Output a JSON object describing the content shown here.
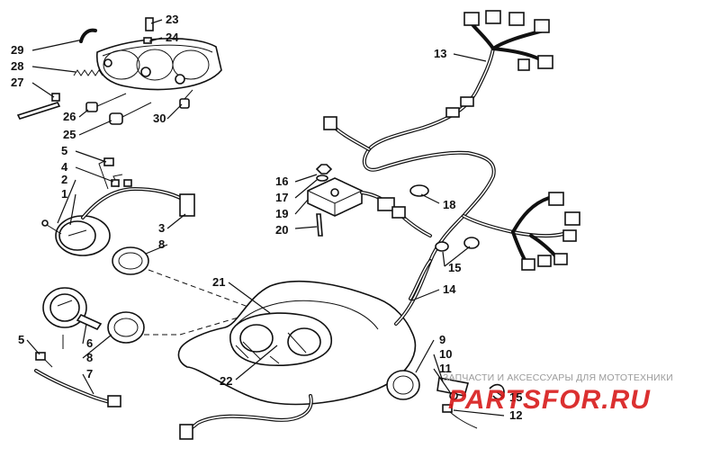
{
  "callouts": [
    "1",
    "2",
    "3",
    "4",
    "5",
    "6",
    "7",
    "8",
    "9",
    "10",
    "11",
    "12",
    "13",
    "14",
    "15",
    "16",
    "17",
    "18",
    "19",
    "20",
    "21",
    "22",
    "23",
    "24",
    "25",
    "26",
    "27",
    "28",
    "29",
    "30"
  ],
  "watermark": {
    "text": "ЗАПЧАСТИ И АКСЕССУАРЫ ДЛЯ МОТОТЕХНИКИ",
    "logo": "PARTSFOR.RU"
  },
  "colors": {
    "ink": "#111111",
    "logo": "#d81a1a",
    "watermark": "#9a9a9a"
  }
}
